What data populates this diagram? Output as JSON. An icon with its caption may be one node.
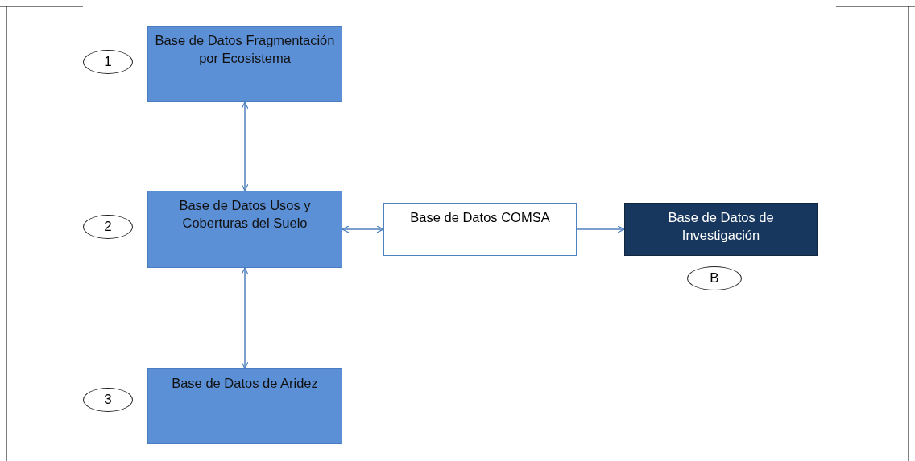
{
  "diagram": {
    "nodes": [
      {
        "text": [
          "1"
        ]
      },
      {
        "text": [
          "Base de Datos Fragmentación por Ecosistema"
        ]
      },
      {
        "text": [
          "2"
        ]
      },
      {
        "text": [
          "Base de Datos Usos y Coberturas del Suelo"
        ]
      },
      {
        "text": [
          "Base de Datos COMSA"
        ]
      },
      {
        "text": [
          "Base de Datos de Investigación"
        ]
      },
      {
        "text": [
          "B"
        ]
      },
      {
        "text": [
          "3"
        ]
      },
      {
        "text": [
          "Base de Datos de Aridez"
        ]
      }
    ],
    "edges": [
      {
        "from": 1,
        "to": 3,
        "arrow": "both"
      },
      {
        "from": 3,
        "to": 4,
        "arrow": "both"
      },
      {
        "from": 4,
        "to": 5,
        "arrow": "to"
      },
      {
        "from": 3,
        "to": 8,
        "arrow": "both"
      }
    ]
  }
}
